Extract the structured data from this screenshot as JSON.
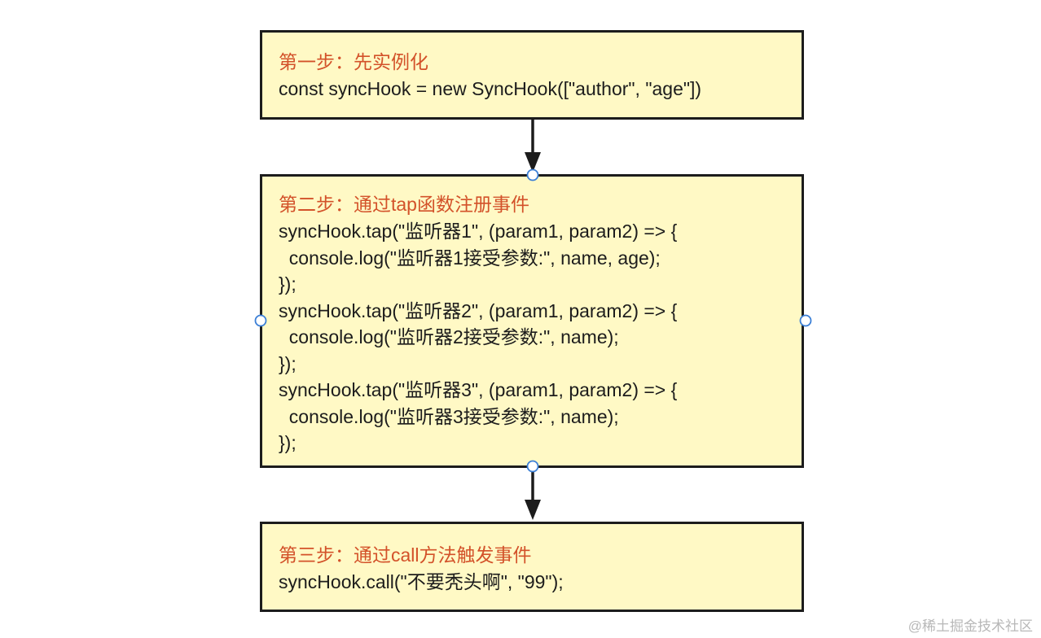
{
  "steps": [
    {
      "heading": "第一步：先实例化",
      "lines": [
        "const syncHook = new SyncHook([\"author\", \"age\"])"
      ]
    },
    {
      "heading": "第二步：通过tap函数注册事件",
      "lines": [
        "syncHook.tap(\"监听器1\", (param1, param2) => {",
        "  console.log(\"监听器1接受参数:\", name, age);",
        "});",
        "syncHook.tap(\"监听器2\", (param1, param2) => {",
        "  console.log(\"监听器2接受参数:\", name);",
        "});",
        "syncHook.tap(\"监听器3\", (param1, param2) => {",
        "  console.log(\"监听器3接受参数:\", name);",
        "});"
      ]
    },
    {
      "heading": "第三步：通过call方法触发事件",
      "lines": [
        "syncHook.call(\"不要秃头啊\", \"99\");"
      ]
    }
  ],
  "watermark": "@稀土掘金技术社区",
  "colors": {
    "box_fill": "#fff9c5",
    "box_border": "#1c1c1c",
    "heading": "#d3522a",
    "handle": "#3b7fd6"
  }
}
